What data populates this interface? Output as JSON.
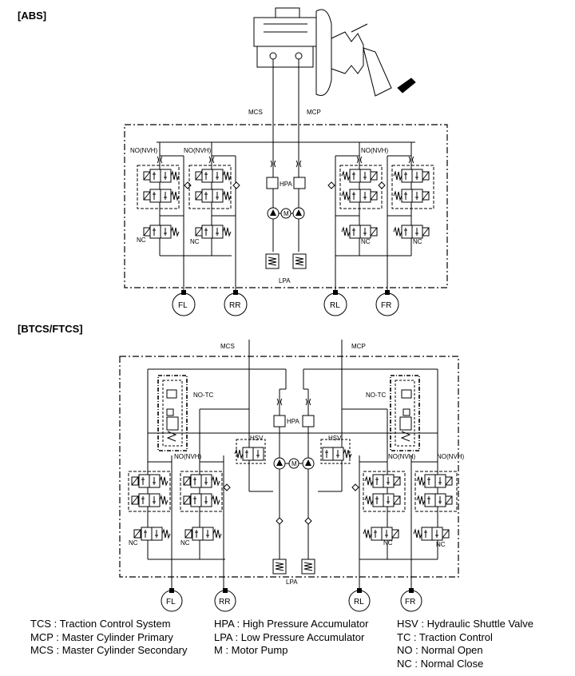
{
  "sections": {
    "abs": "[ABS]",
    "btcs": "[BTCS/FTCS]"
  },
  "abs_labels": {
    "mcs": "MCS",
    "mcp": "MCP",
    "hpa": "HPA",
    "lpa": "LPA",
    "motor": "M",
    "no_nvh": "NO(NVH)",
    "nc": "NC",
    "wheels": [
      "FL",
      "RR",
      "RL",
      "FR"
    ]
  },
  "btcs_labels": {
    "mcs": "MCS",
    "mcp": "MCP",
    "hpa": "HPA",
    "lpa": "LPA",
    "motor": "M",
    "hsv": "HSV",
    "no_tc": "NO-TC",
    "no_nvh": "NO(NVH)",
    "nc": "NC",
    "wheels": [
      "FL",
      "RR",
      "RL",
      "FR"
    ]
  },
  "legend": {
    "col1": [
      "TCS : Traction Control System",
      "MCP : Master Cylinder Primary",
      "MCS : Master Cylinder Secondary"
    ],
    "col2": [
      "HPA : High Pressure Accumulator",
      "LPA : Low Pressure Accumulator",
      "M : Motor Pump"
    ],
    "col3": [
      "HSV : Hydraulic Shuttle Valve",
      "TC : Traction Control",
      "NO : Normal Open",
      "NC : Normal Close"
    ]
  }
}
